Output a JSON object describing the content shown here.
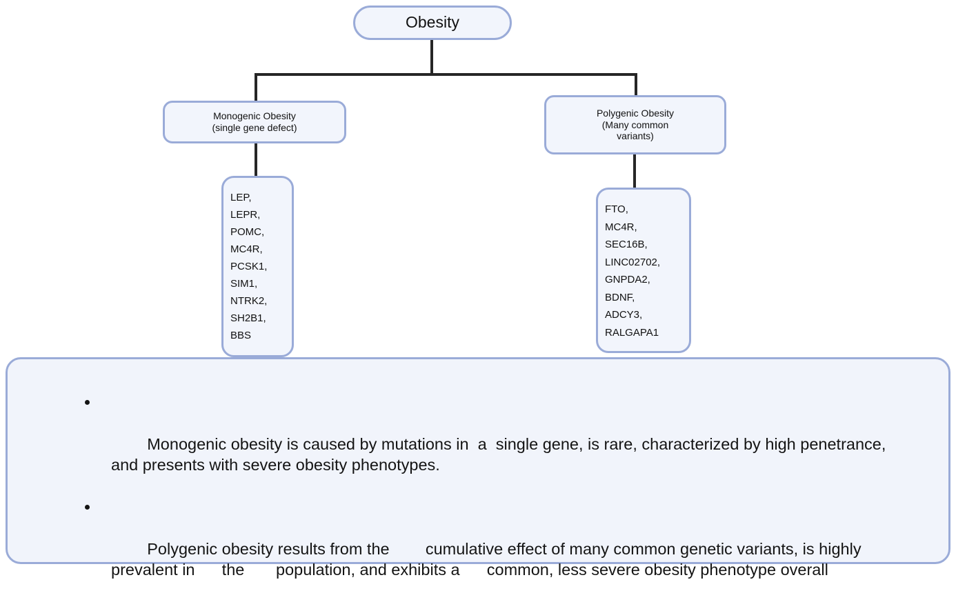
{
  "diagram": {
    "root": {
      "label": "Obesity"
    },
    "branches": [
      {
        "id": "monogenic",
        "title": "Monogenic Obesity",
        "subtitle": "(single gene defect)",
        "genes": [
          "LEP,",
          "LEPR,",
          "POMC,",
          "MC4R,",
          "PCSK1,",
          "SIM1,",
          "NTRK2,",
          "SH2B1,",
          "BBS"
        ]
      },
      {
        "id": "polygenic",
        "title": "Polygenic Obesity",
        "subtitle_line1": "(Many common",
        "subtitle_line2": "variants)",
        "genes": [
          "FTO,",
          "MC4R,",
          "SEC16B,",
          "LINC02702,",
          "GNPDA2,",
          "BDNF,",
          "ADCY3,",
          "RALGAPA1"
        ]
      }
    ],
    "summary": {
      "bullets": [
        "Monogenic obesity is caused by mutations in  a  single gene, is rare, characterized by high penetrance, and presents with severe obesity phenotypes.",
        "Polygenic obesity results from the        cumulative effect of many common genetic variants, is highly prevalent in      the       population, and exhibits a      common, less severe obesity phenotype overall"
      ]
    },
    "colors": {
      "node_fill": "#f2f5fc",
      "node_border": "#9aabd8",
      "connector": "#262626",
      "panel_fill": "#f1f4fb",
      "text": "#111111"
    }
  }
}
